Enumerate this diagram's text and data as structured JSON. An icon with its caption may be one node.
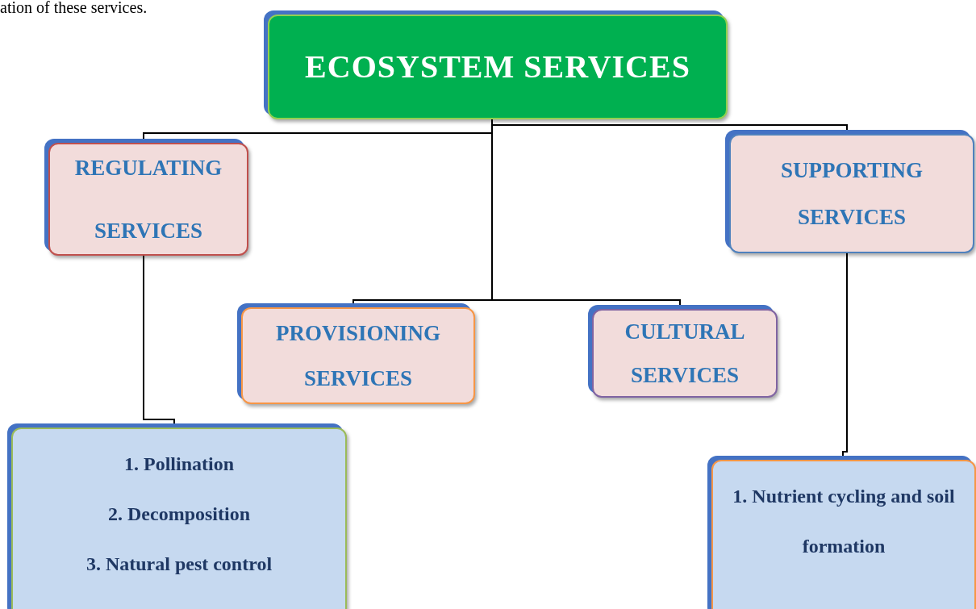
{
  "diagram": {
    "nodes": [
      {
        "text": [
          "ECOSYSTEM SERVICES"
        ]
      },
      {
        "text": [
          "REGULATING SERVICES"
        ]
      },
      {
        "text": [
          "SUPPORTING SERVICES"
        ]
      },
      {
        "text": [
          "PROVISIONING SERVICES"
        ]
      },
      {
        "text": [
          "CULTURAL SERVICES"
        ]
      },
      {
        "text": [
          "1. Pollination",
          "2. Decomposition",
          "3. Natural pest control"
        ]
      },
      {
        "text": [
          "1. Nutrient cycling and soil formation"
        ]
      }
    ],
    "edges": [
      {
        "from": 0,
        "to": 1,
        "arrow": "none"
      },
      {
        "from": 0,
        "to": 2,
        "arrow": "none"
      },
      {
        "from": 0,
        "to": 3,
        "arrow": "none"
      },
      {
        "from": 0,
        "to": 4,
        "arrow": "none"
      },
      {
        "from": 1,
        "to": 5,
        "arrow": "none"
      },
      {
        "from": 2,
        "to": 6,
        "arrow": "none"
      }
    ],
    "labels": [
      "ation of these services."
    ]
  }
}
